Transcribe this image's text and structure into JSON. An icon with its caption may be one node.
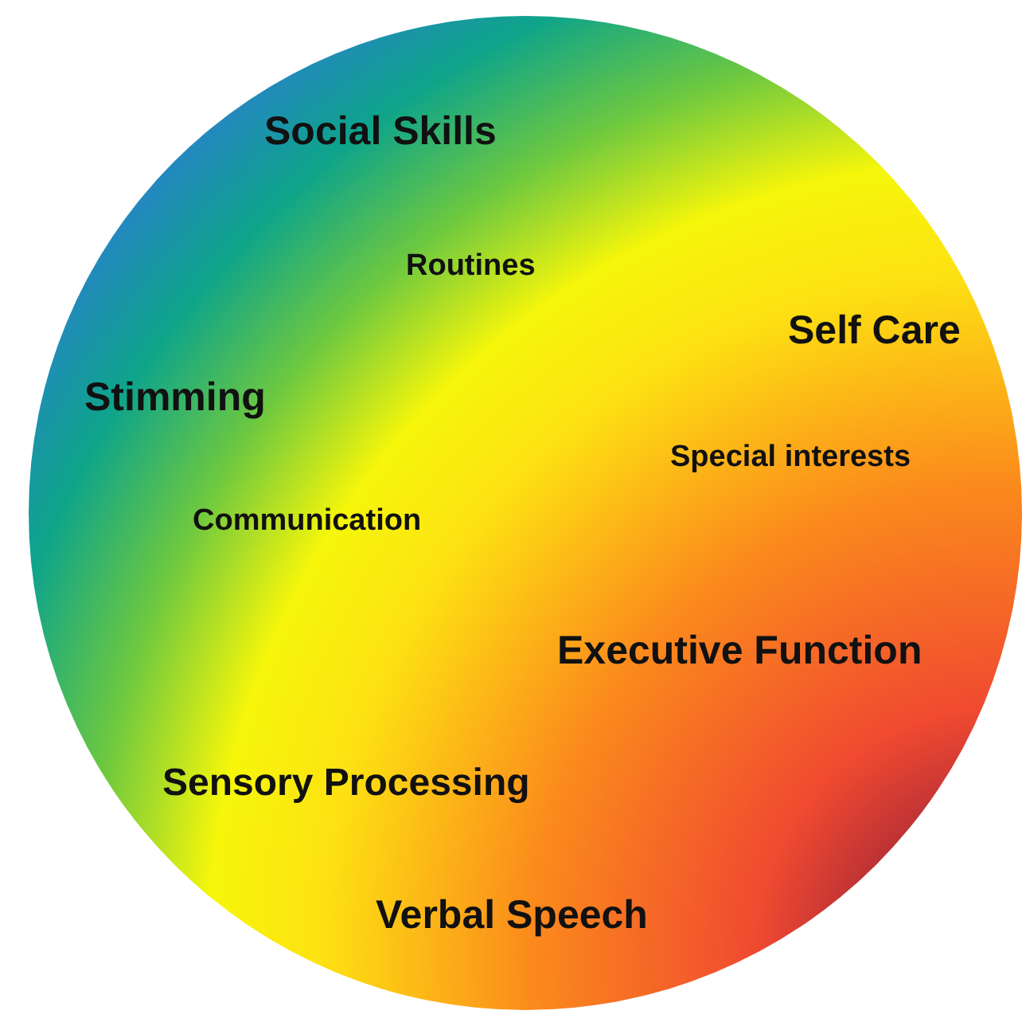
{
  "diagram": {
    "nodes": [
      {
        "text": [
          "Social Skills",
          "Routines",
          "Self Care",
          "Stimming",
          "Special interests",
          "Communication",
          "Executive Function",
          "Sensory Processing",
          "Verbal Speech"
        ]
      }
    ]
  }
}
